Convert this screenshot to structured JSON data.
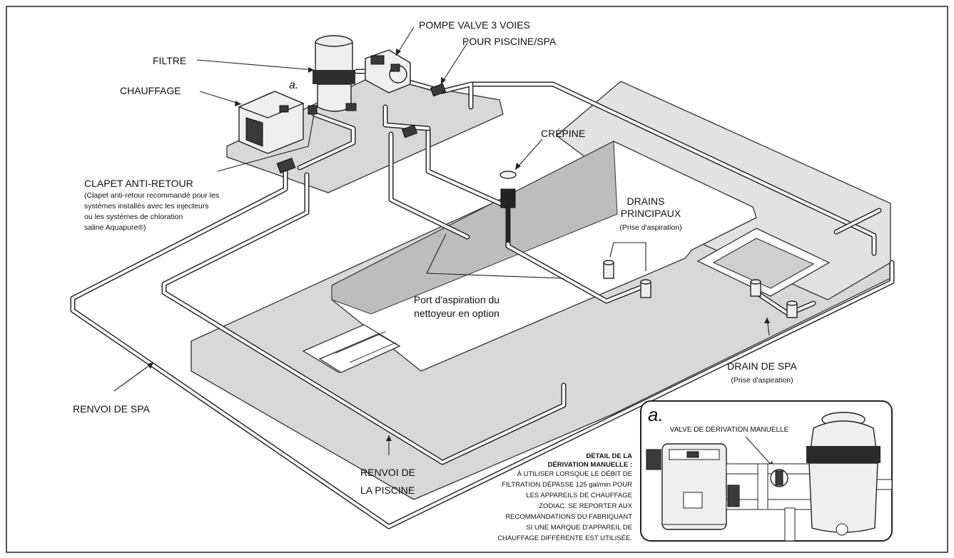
{
  "labels": {
    "pompe_line1": "POMPE VALVE 3 VOIES",
    "pompe_line2": "POUR PISCINE/SPA",
    "filtre": "FILTRE",
    "chauffage": "CHAUFFAGE",
    "marker_a": "a.",
    "crepine": "CRÉPINE",
    "clapet_title": "CLAPET ANTI-RETOUR",
    "clapet_note_1": "(Clapet anti-retour recommandé pour les",
    "clapet_note_2": "systèmes installés avec les injecteurs",
    "clapet_note_3": "ou les systèmes de chloration",
    "clapet_note_4": "saline Aquapure®)",
    "drains_1": "DRAINS",
    "drains_2": "PRINCIPAUX",
    "drains_3": "(Prise d'aspiration)",
    "port_1": "Port d'aspiration du",
    "port_2": "nettoyeur en option",
    "drain_spa_1": "DRAIN DE SPA",
    "drain_spa_2": "(Prise d'aspiration)",
    "renvoi_spa": "RENVOI DE SPA",
    "renvoi_piscine_1": "RENVOI DE",
    "renvoi_piscine_2": "LA PISCINE"
  },
  "detail": {
    "marker": "a.",
    "valve_label": "VALVE DE DÉRIVATION MANUELLE",
    "title_1": "DÉTAIL DE LA",
    "title_2": "DÉRIVATION MANUELLE :",
    "text": [
      "À UTILISER LORSQUE LE DÉBIT DE",
      "FILTRATION DÉPASSE 125 gal/min POUR",
      "LES APPAREILS DE CHAUFFAGE",
      "ZODIAC. SE REPORTER AUX",
      "RECOMMANDATIONS DU FABRIQUANT",
      "SI UNE MARQUE D'APPAREIL DE",
      "CHAUFFAGE DIFFÉRENTE EST UTILISÉE."
    ]
  }
}
